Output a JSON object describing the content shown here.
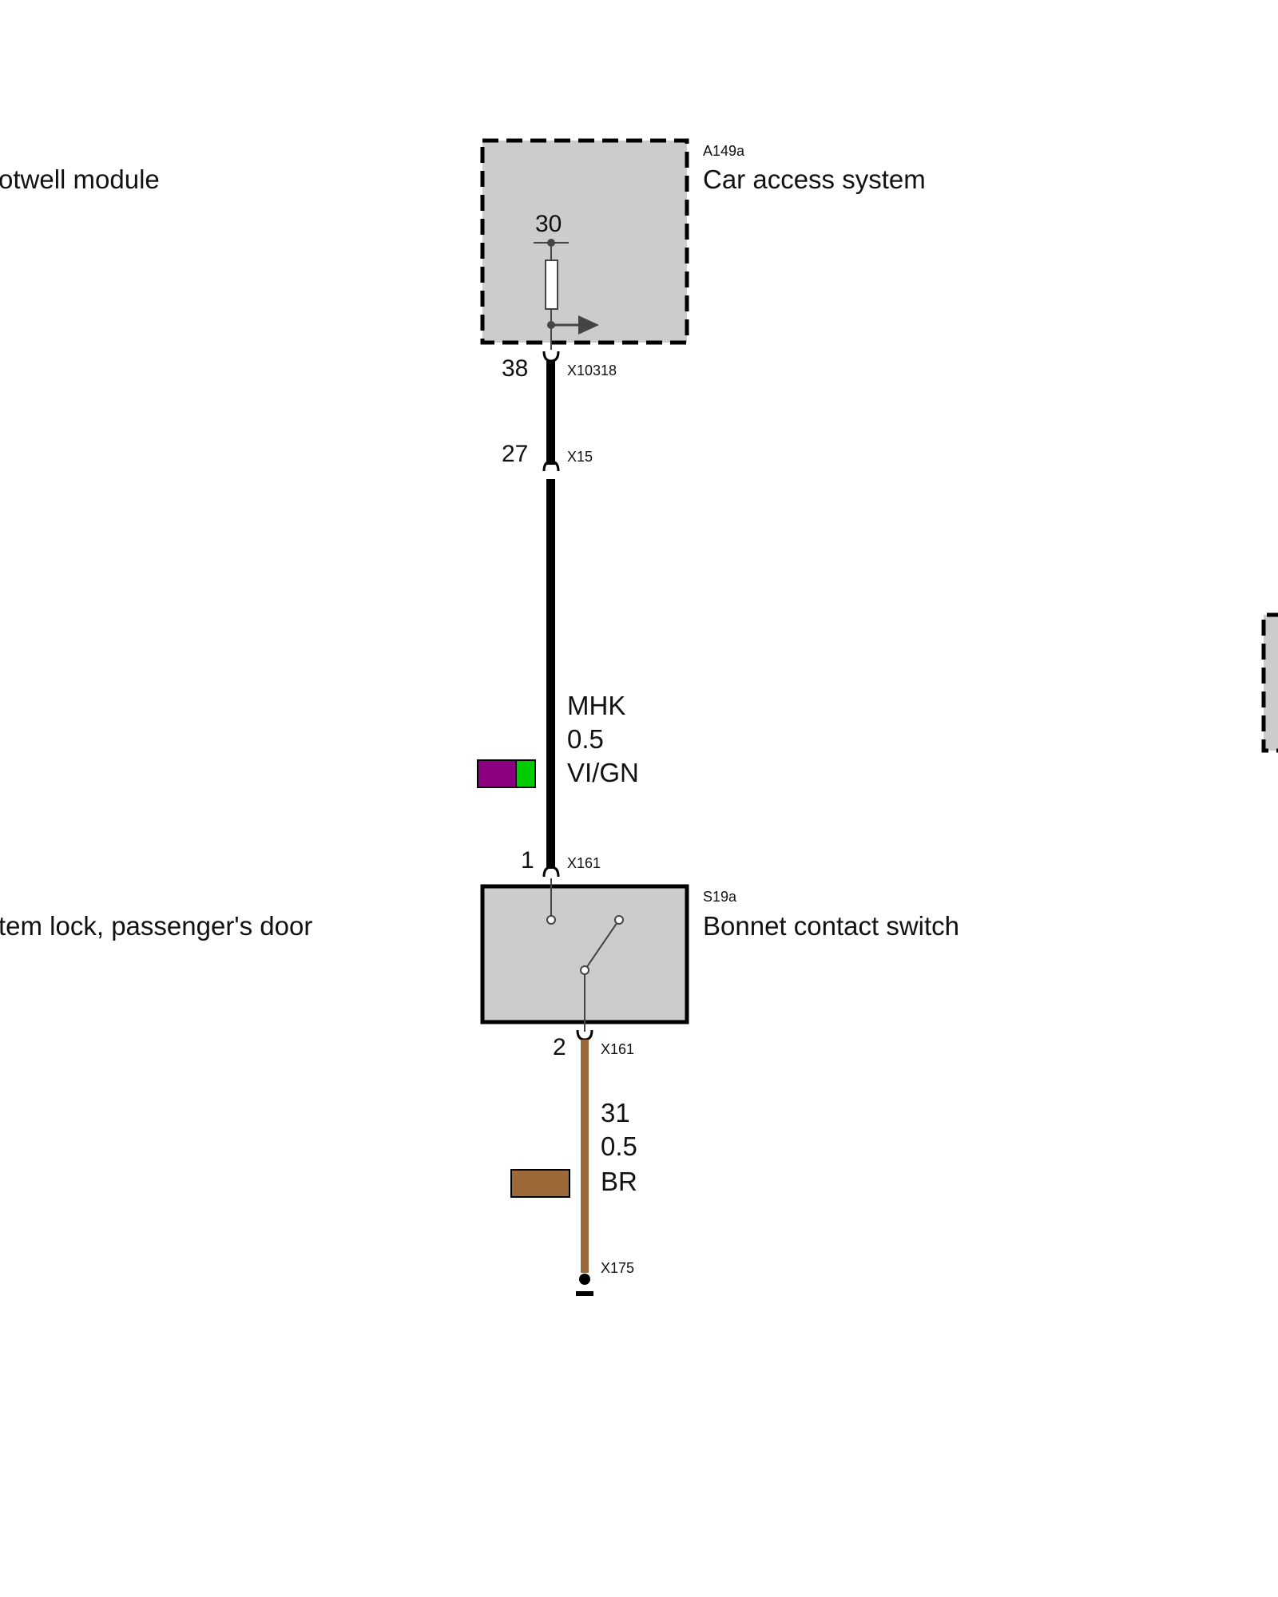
{
  "modules": {
    "footwell_module_label": "otwell module",
    "car_access_system": {
      "code": "A149a",
      "name": "Car access system",
      "pin_top": "30"
    },
    "central_lock_label": "tem lock, passenger's door",
    "bonnet_contact_switch": {
      "code": "S19a",
      "name": "Bonnet contact switch"
    }
  },
  "connectors": {
    "top": {
      "pin": "38",
      "name": "X10318"
    },
    "mid": {
      "pin": "27",
      "name": "X15"
    },
    "switch_in": {
      "pin": "1",
      "name": "X161"
    },
    "switch_out": {
      "pin": "2",
      "name": "X161"
    },
    "ground": {
      "name": "X175"
    }
  },
  "wires": {
    "upper": {
      "signal": "MHK",
      "size": "0.5",
      "color_code": "VI/GN",
      "colors": [
        "#8b0080",
        "#00cc00"
      ]
    },
    "lower": {
      "signal": "31",
      "size": "0.5",
      "color_code": "BR",
      "colors": [
        "#9c6a38"
      ]
    }
  },
  "colors": {
    "module_fill": "#cccccc",
    "wire_black": "#000000",
    "wire_brown": "#9c6a38"
  }
}
